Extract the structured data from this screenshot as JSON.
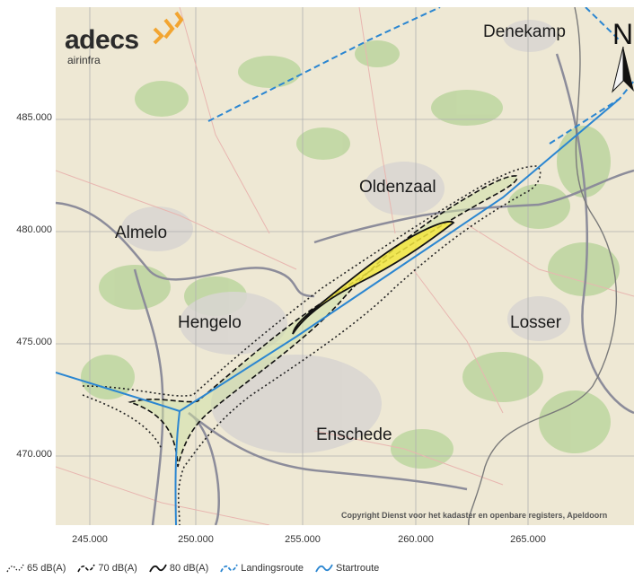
{
  "logo": {
    "brand": "adecs",
    "subtitle": "airinfra"
  },
  "north_arrow": {
    "letter": "N"
  },
  "axes": {
    "y_ticks": [
      "485.000",
      "480.000",
      "475.000",
      "470.000"
    ],
    "x_ticks": [
      "245.000",
      "250.000",
      "255.000",
      "260.000",
      "265.000"
    ]
  },
  "places": {
    "denekamp": "Denekamp",
    "oldenzaal": "Oldenzaal",
    "almelo": "Almelo",
    "hengelo": "Hengelo",
    "losser": "Losser",
    "enschede": "Enschede"
  },
  "copyright": "Copyright Dienst voor het kadaster en openbare registers, Apeldoorn",
  "legend": [
    {
      "key": "c65",
      "label": "65 dB(A)",
      "icon": "dotted-contour-icon"
    },
    {
      "key": "c70",
      "label": "70 dB(A)",
      "icon": "dashed-contour-icon"
    },
    {
      "key": "c80",
      "label": "80 dB(A)",
      "icon": "solid-contour-icon"
    },
    {
      "key": "landing",
      "label": "Landingsroute",
      "icon": "landing-route-icon"
    },
    {
      "key": "start",
      "label": "Startroute",
      "icon": "start-route-icon"
    }
  ],
  "colors": {
    "landing_route": "#2b86d1",
    "start_route": "#2b86d1",
    "contour": "#111111",
    "noise_fill_high": "#f2e640",
    "noise_fill_low": "#9ccb55",
    "brand_chevron": "#f2a531"
  }
}
